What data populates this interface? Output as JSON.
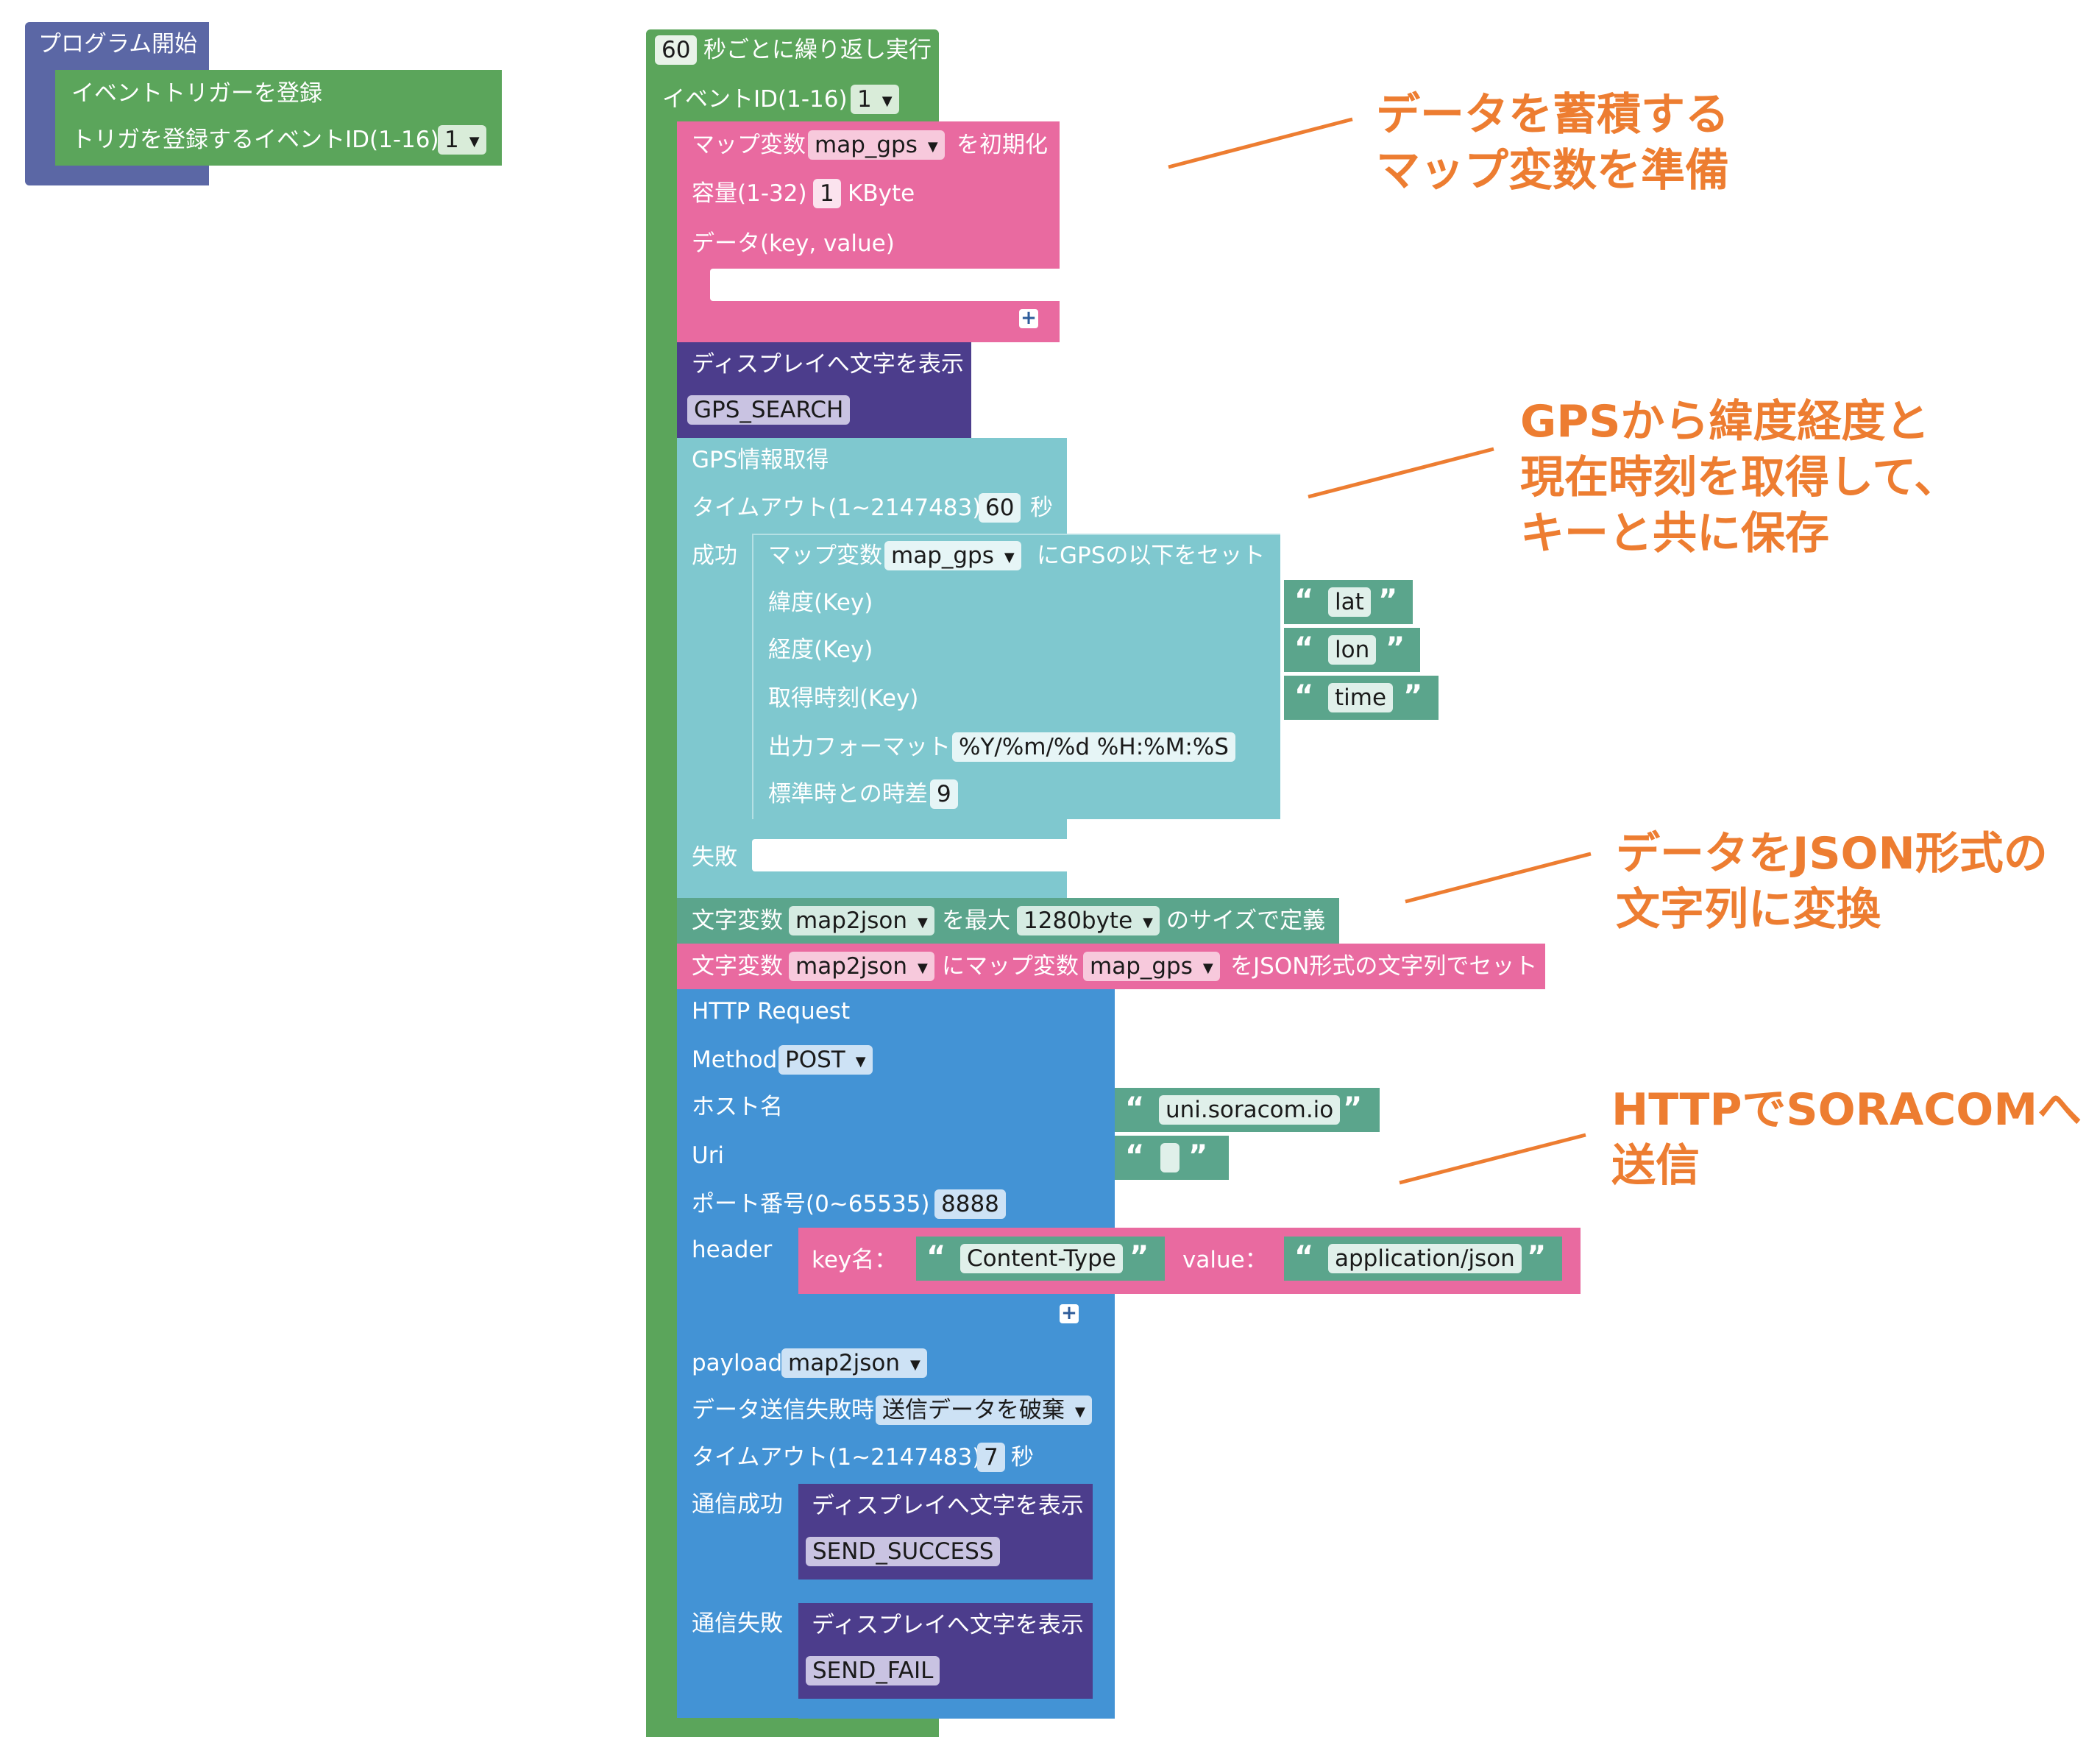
{
  "start_block": {
    "title": "プログラム開始",
    "register_trigger": "イベントトリガーを登録",
    "trigger_id_label": "トリガを登録するイベントID(1-16)",
    "trigger_id_value": "1"
  },
  "loop_block": {
    "interval_value": "60",
    "interval_label": "秒ごとに繰り返し実行",
    "event_id_label": "イベントID(1-16)",
    "event_id_value": "1"
  },
  "map_init": {
    "prefix": "マップ変数",
    "var": "map_gps",
    "suffix": "を初期化",
    "capacity_label": "容量(1-32)",
    "capacity_value": "1",
    "capacity_unit": "KByte",
    "data_label": "データ(key, value)"
  },
  "display_search": {
    "title": "ディスプレイへ文字を表示",
    "text": "GPS_SEARCH"
  },
  "gps": {
    "title": "GPS情報取得",
    "timeout_label": "タイムアウト(1~2147483)",
    "timeout_value": "60",
    "timeout_unit": "秒",
    "success_label": "成功",
    "fail_label": "失敗",
    "set_prefix": "マップ変数",
    "set_var": "map_gps",
    "set_suffix": "にGPSの以下をセット",
    "lat_label": "緯度(Key)",
    "lat_value": "lat",
    "lon_label": "経度(Key)",
    "lon_value": "lon",
    "time_label": "取得時刻(Key)",
    "time_value": "time",
    "format_label": "出力フォーマット",
    "format_value": "%Y/%m/%d %H:%M:%S",
    "tz_label": "標準時との時差",
    "tz_value": "9"
  },
  "str_define": {
    "prefix": "文字変数",
    "var": "map2json",
    "mid": "を最大",
    "size": "1280byte",
    "suffix": "のサイズで定義"
  },
  "str_set": {
    "prefix": "文字変数",
    "var": "map2json",
    "mid": "にマップ変数",
    "map_var": "map_gps",
    "suffix": "をJSON形式の文字列でセット"
  },
  "http": {
    "title": "HTTP Request",
    "method_label": "Method",
    "method_value": "POST",
    "host_label": "ホスト名",
    "host_value": "uni.soracom.io",
    "uri_label": "Uri",
    "uri_value": "",
    "port_label": "ポート番号(0~65535)",
    "port_value": "8888",
    "header_label": "header",
    "key_label": "key名：",
    "key_value": "Content-Type",
    "value_label": "value：",
    "value_value": "application/json",
    "payload_label": "payload",
    "payload_value": "map2json",
    "onfail_label": "データ送信失敗時",
    "onfail_value": "送信データを破棄",
    "timeout_label": "タイムアウト(1~2147483)",
    "timeout_value": "7",
    "timeout_unit": "秒",
    "success_label": "通信成功",
    "fail_label": "通信失敗",
    "disp_title": "ディスプレイへ文字を表示",
    "success_text": "SEND_SUCCESS",
    "fail_text": "SEND_FAIL"
  },
  "annotations": {
    "a1_line1": "データを蓄積する",
    "a1_line2": "マップ変数を準備",
    "a2_line1": "GPSから緯度経度と",
    "a2_line2": "現在時刻を取得して、",
    "a2_line3": "キーと共に保存",
    "a3_line1": "データをJSON形式の",
    "a3_line2": "文字列に変換",
    "a4_line1": "HTTPでSORACOMへ",
    "a4_line2": "送信"
  },
  "colors": {
    "start_block": "#5b67a5",
    "trigger_block": "#5ba55b",
    "map_block": "#e96aa0",
    "display_block": "#4c3d8c",
    "gps_block": "#7fc8cf",
    "string_block": "#5ba58c",
    "http_block": "#4393d5",
    "annotation": "#ed7d31"
  }
}
